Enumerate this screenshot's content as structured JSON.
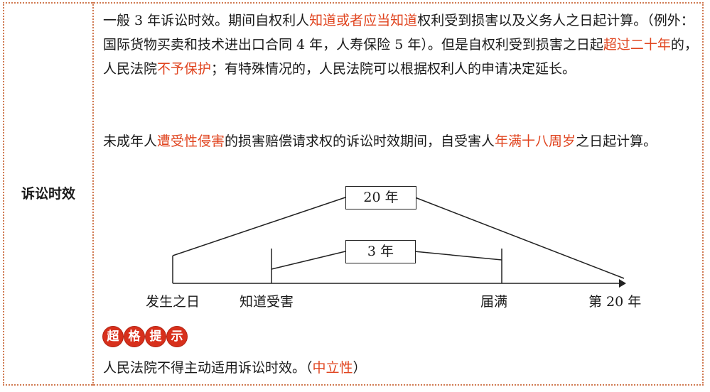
{
  "section_label": "诉讼时效",
  "para1": [
    {
      "t": "一般 3 年诉讼时效。期间自权利人",
      "hl": false
    },
    {
      "t": "知道或者应当知道",
      "hl": true
    },
    {
      "t": "权利受到损害以及义务人之日起计算。（例外：国际货物买卖和技术进出口合同 4 年，人寿保险 5 年）。但是自权利受到损害之日起",
      "hl": false
    },
    {
      "t": "超过二十年",
      "hl": true
    },
    {
      "t": "的，人民法院",
      "hl": false
    },
    {
      "t": "不予保护",
      "hl": true
    },
    {
      "t": "；有特殊情况的，人民法院可以根据权利人的申请决定延长。",
      "hl": false
    }
  ],
  "para2": [
    {
      "t": "未成年人",
      "hl": false
    },
    {
      "t": "遭受性侵害",
      "hl": true
    },
    {
      "t": "的损害赔偿请求权的诉讼时效期间，自受害人",
      "hl": false
    },
    {
      "t": "年满十八周岁",
      "hl": true
    },
    {
      "t": "之日起计算。",
      "hl": false
    }
  ],
  "diagram": {
    "outer_box": "20 年",
    "inner_box": "3 年",
    "labels": {
      "start": "发生之日",
      "know": "知道受害",
      "expire": "届满",
      "end": "第 20 年"
    }
  },
  "tip_chars": [
    "超",
    "格",
    "提",
    "示"
  ],
  "note": [
    {
      "t": "人民法院不得主动适用诉讼时效。（",
      "hl": false
    },
    {
      "t": "中立性",
      "hl": true
    },
    {
      "t": "）",
      "hl": false
    }
  ],
  "colors": {
    "highlight": "#e0441f",
    "border": "#d07a52",
    "tip_bg": "#d8301c"
  }
}
